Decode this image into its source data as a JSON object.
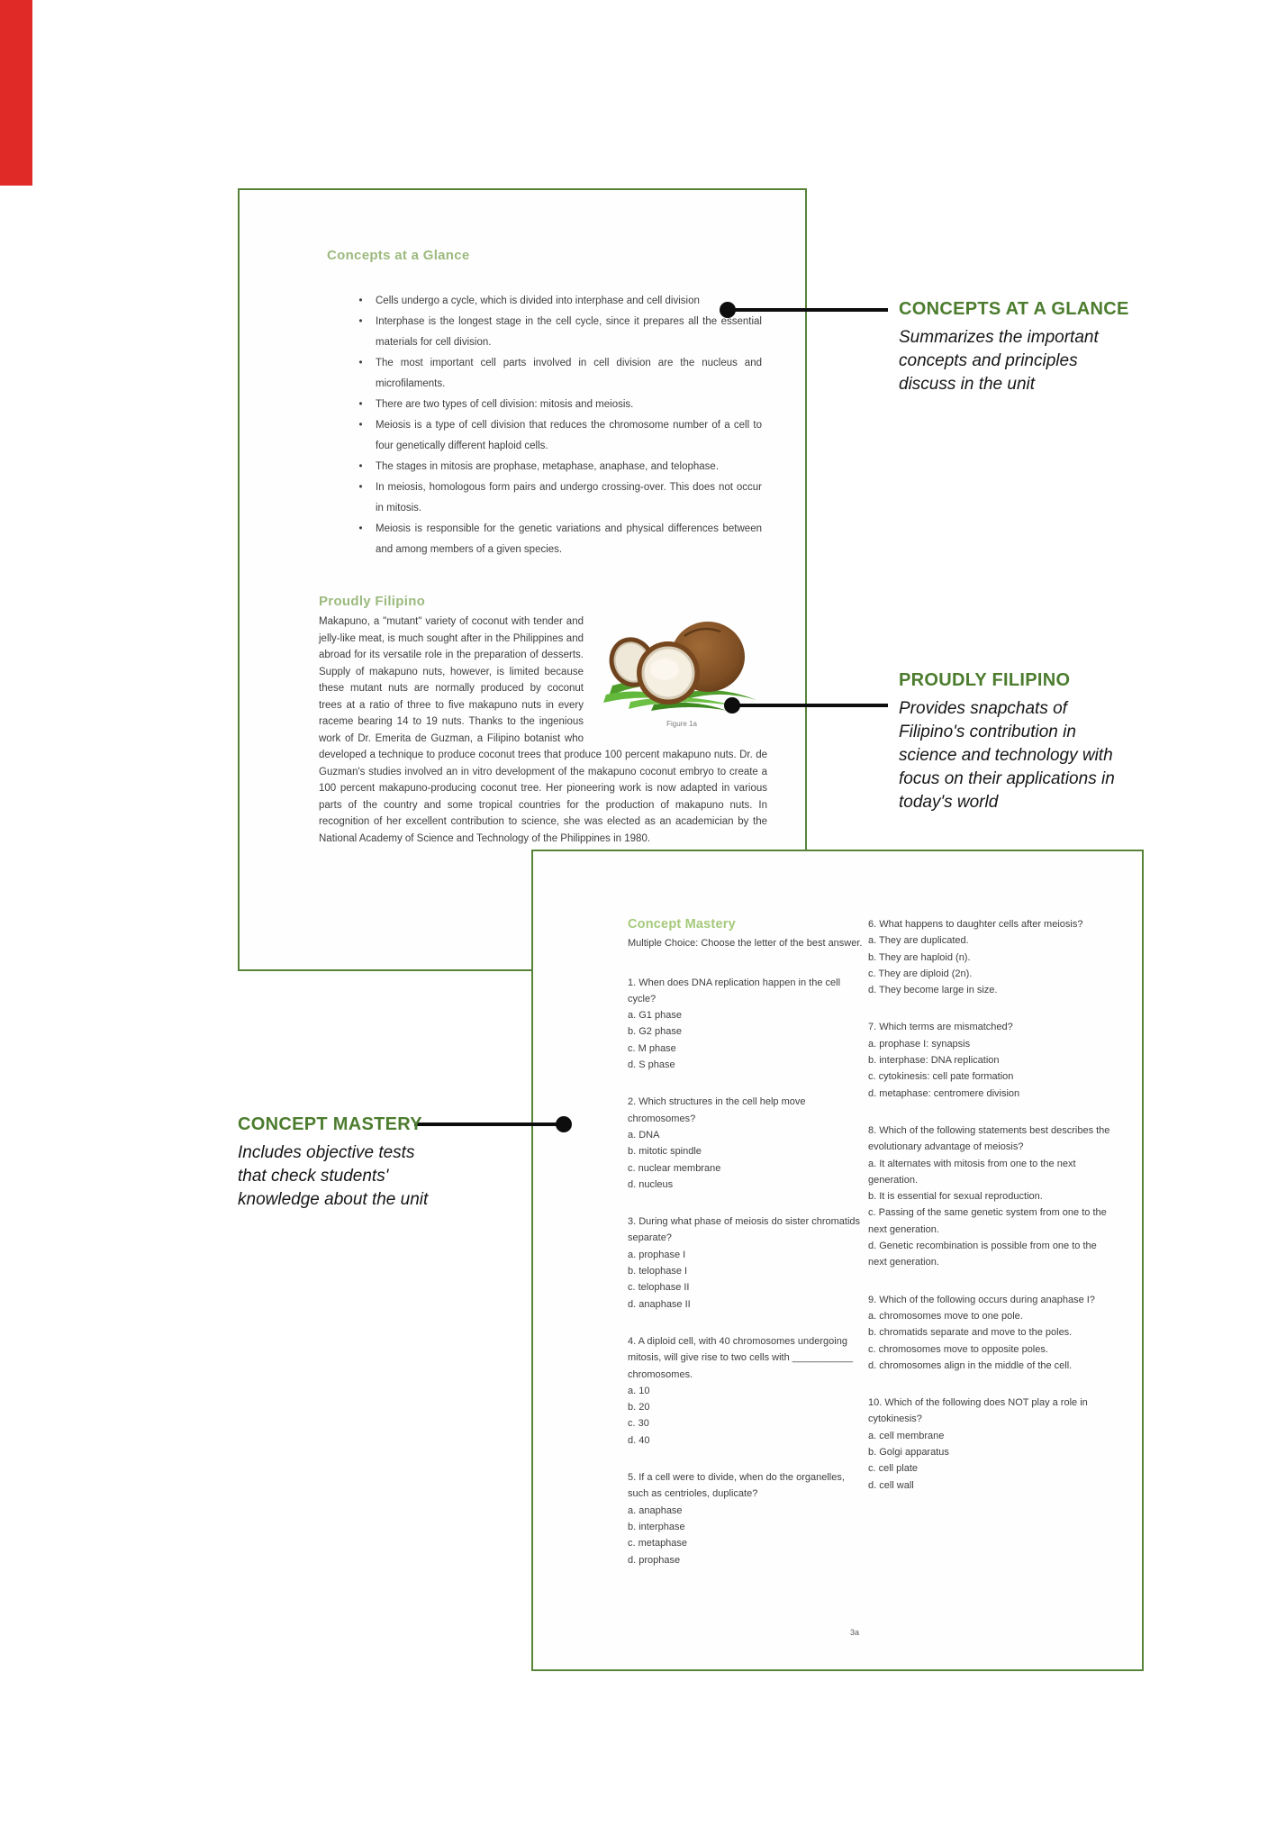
{
  "page1": {
    "heading_concepts": "Concepts at a Glance",
    "bullets": [
      "Cells undergo a cycle, which is divided into interphase and cell division",
      "Interphase is the longest stage in the cell cycle, since it prepares all the essential materials for cell division.",
      "The most important cell parts involved in cell division are the nucleus and microfilaments.",
      "There are two types of cell division: mitosis and meiosis.",
      "Meiosis is a type of cell division that reduces the chromosome number of a cell to four genetically different haploid cells.",
      "The stages in mitosis are prophase, metaphase, anaphase, and telophase.",
      "In meiosis, homologous form pairs and undergo crossing-over. This does not occur in mitosis.",
      "Meiosis is responsible for the genetic variations and physical differences between and among members of a given species."
    ],
    "heading_proudly": "Proudly Filipino",
    "proudly_text": "Makapuno, a \"mutant\" variety of coconut with tender and jelly-like meat, is much sought after in the Philippines and abroad for its versatile role in the preparation of desserts. Supply of makapuno nuts, however, is limited because these mutant nuts are normally produced by coconut trees at a ratio of three to five makapuno nuts in every raceme bearing 14 to 19 nuts. Thanks to the ingenious work of Dr. Emerita de Guzman, a Filipino botanist who developed a technique to produce coconut trees that produce 100 percent makapuno nuts. Dr. de Guzman's studies involved an in vitro development of the makapuno coconut embryo to create a 100 percent makapuno-producing coconut tree. Her pioneering work is now adapted in various parts of the country and some tropical countries for the production of makapuno nuts. In recognition of her excellent contribution to science, she was elected as an academician by the National Academy of Science and Technology of the Philippines in 1980.",
    "figure_caption": "Figure 1a"
  },
  "page2": {
    "heading": "Concept Mastery",
    "intro": "Multiple Choice: Choose the letter of the best answer.",
    "questions_left": [
      {
        "q": "1. When does DNA replication happen in the cell cycle?",
        "options": [
          "a. G1 phase",
          "b. G2 phase",
          "c. M phase",
          "d. S phase"
        ]
      },
      {
        "q": "2. Which structures in the cell help move chromosomes?",
        "options": [
          "a. DNA",
          "b. mitotic spindle",
          "c. nuclear membrane",
          "d. nucleus"
        ]
      },
      {
        "q": "3. During what phase of meiosis do sister chromatids separate?",
        "options": [
          "a. prophase I",
          "b. telophase I",
          "c. telophase II",
          "d. anaphase II"
        ]
      },
      {
        "q": "4. A diploid cell, with 40 chromosomes undergoing mitosis, will give rise to two cells with ___________ chromosomes.",
        "options": [
          "a. 10",
          "b. 20",
          "c. 30",
          "d. 40"
        ]
      },
      {
        "q": "5. If a cell were to divide, when do the organelles, such as centrioles, duplicate?",
        "options": [
          "a. anaphase",
          "b. interphase",
          "c. metaphase",
          "d. prophase"
        ]
      }
    ],
    "questions_right": [
      {
        "q": "6. What happens to daughter cells after meiosis?",
        "options": [
          "a. They are duplicated.",
          "b. They are haploid (n).",
          "c. They are diploid (2n).",
          "d. They become large in size."
        ]
      },
      {
        "q": "7. Which terms are mismatched?",
        "options": [
          "a. prophase I: synapsis",
          "b. interphase: DNA replication",
          "c. cytokinesis: cell pate formation",
          "d. metaphase: centromere division"
        ]
      },
      {
        "q": "8. Which of the following statements best describes the evolutionary advantage of meiosis?",
        "options": [
          "a. It alternates with mitosis from one to the next generation.",
          "b. It is essential for sexual reproduction.",
          "c. Passing of the same genetic system from one to the next generation.",
          "d. Genetic recombination is possible from one to the next generation."
        ]
      },
      {
        "q": "9. Which of the following occurs during anaphase I?",
        "options": [
          "a. chromosomes move to one pole.",
          "b. chromatids separate and move to the poles.",
          "c. chromosomes move to opposite poles.",
          "d. chromosomes align in the middle of the cell."
        ]
      },
      {
        "q": "10. Which of the following does NOT play a role in cytokinesis?",
        "options": [
          "a. cell membrane",
          "b. Golgi apparatus",
          "c. cell plate",
          "d. cell wall"
        ]
      }
    ],
    "page_number": "3a"
  },
  "callouts": {
    "concepts": {
      "title": "CONCEPTS AT A GLANCE",
      "lines": [
        "Summarizes the important",
        "concepts and principles",
        "discuss in the unit"
      ]
    },
    "proudly": {
      "title": "PROUDLY FILIPINO",
      "lines": [
        "Provides snapchats of",
        "Filipino's contribution in",
        "science and technology with",
        "focus on their applications in",
        "today's world"
      ]
    },
    "mastery": {
      "title": "CONCEPT MASTERY",
      "lines": [
        "Includes objective tests",
        "that check students'",
        "knowledge about the unit"
      ]
    }
  },
  "colors": {
    "page_border_green": "#578438",
    "page_heading_green": "#9cba7e",
    "callout_green": "#4c7c2e",
    "accent_red": "#e02a28",
    "callout_line_black": "#0d0d0d"
  }
}
